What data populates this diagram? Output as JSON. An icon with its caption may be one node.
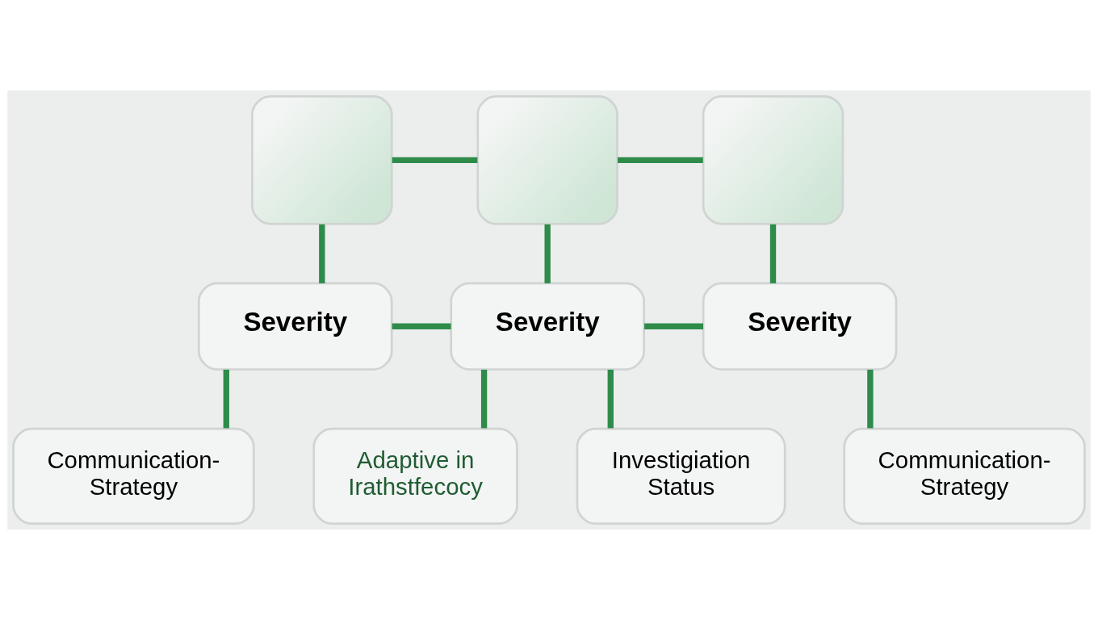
{
  "diagram": {
    "nodes": [
      {
        "text": [],
        "shape": "picture"
      },
      {
        "text": [],
        "shape": "picture"
      },
      {
        "text": [],
        "shape": "picture"
      },
      {
        "text": [
          "Severity"
        ]
      },
      {
        "text": [
          "Severity"
        ]
      },
      {
        "text": [
          "Severity"
        ]
      },
      {
        "text": [
          "Communication- Strategy"
        ]
      },
      {
        "text": [
          "Adaptive in Irathstfecocy"
        ]
      },
      {
        "text": [
          "Investigiation Status"
        ]
      },
      {
        "text": [
          "Communication- Strategy"
        ]
      }
    ],
    "edges": [
      {
        "from": 0,
        "to": 1,
        "arrow": "none"
      },
      {
        "from": 1,
        "to": 2,
        "arrow": "none"
      },
      {
        "from": 0,
        "to": 3,
        "arrow": "none"
      },
      {
        "from": 1,
        "to": 4,
        "arrow": "none"
      },
      {
        "from": 2,
        "to": 5,
        "arrow": "none"
      },
      {
        "from": 3,
        "to": 4,
        "arrow": "none"
      },
      {
        "from": 4,
        "to": 5,
        "arrow": "none"
      },
      {
        "from": 3,
        "to": 6,
        "arrow": "none"
      },
      {
        "from": 4,
        "to": 7,
        "arrow": "none"
      },
      {
        "from": 4,
        "to": 8,
        "arrow": "none"
      },
      {
        "from": 5,
        "to": 9,
        "arrow": "none"
      }
    ]
  }
}
